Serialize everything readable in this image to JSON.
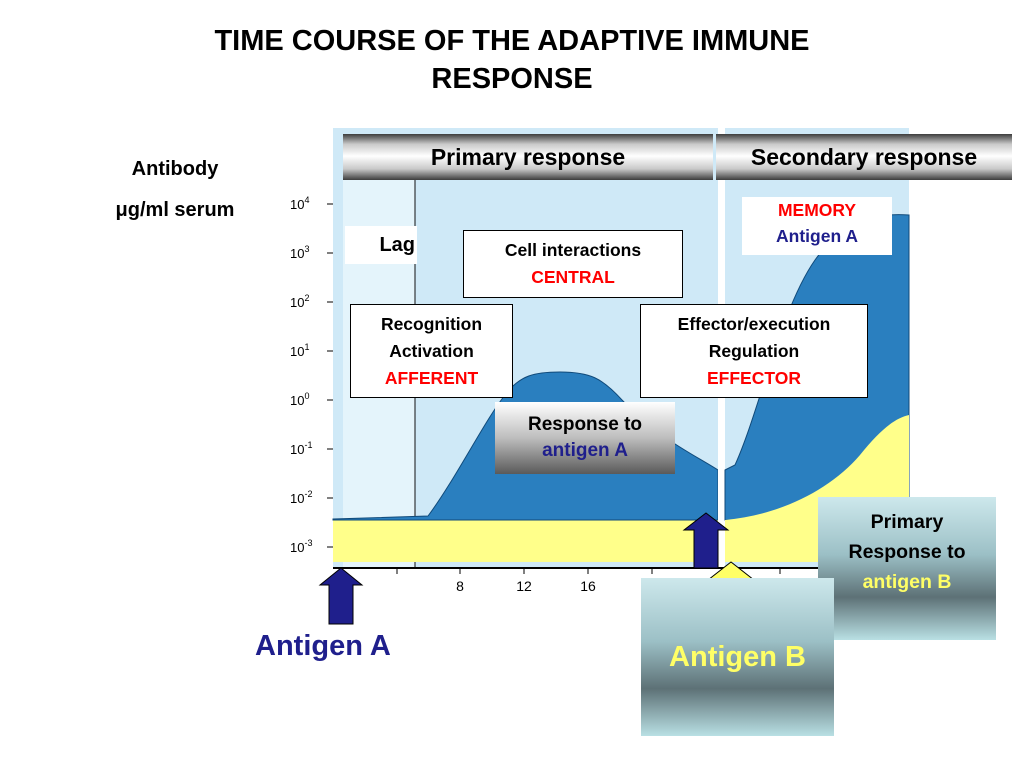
{
  "title_line1": "TIME COURSE OF THE ADAPTIVE IMMUNE",
  "title_line2": "RESPONSE",
  "y_axis_label": {
    "line1": "Antibody",
    "line2_symbol": "μ",
    "line2_text": "g/ml serum"
  },
  "y_ticks": [
    {
      "base": "10",
      "exp": "4"
    },
    {
      "base": "10",
      "exp": "3"
    },
    {
      "base": "10",
      "exp": "2"
    },
    {
      "base": "10",
      "exp": "1"
    },
    {
      "base": "10",
      "exp": "0"
    },
    {
      "base": "10",
      "exp": "-1"
    },
    {
      "base": "10",
      "exp": "-2"
    },
    {
      "base": "10",
      "exp": "-3"
    }
  ],
  "x_ticks": [
    "8",
    "12",
    "16"
  ],
  "phases": {
    "primary": "Primary response",
    "secondary": "Secondary response"
  },
  "lag_label": "Lag",
  "cell_interactions": {
    "line1": "Cell interactions",
    "line2": "CENTRAL"
  },
  "recognition": {
    "line1": "Recognition",
    "line2": "Activation",
    "line3": "AFFERENT"
  },
  "effector": {
    "line1": "Effector/execution",
    "line2": "Regulation",
    "line3": "EFFECTOR"
  },
  "response_a": {
    "line1": "Response to",
    "line2": "antigen A"
  },
  "memory": {
    "line1": "MEMORY",
    "line2": "Antigen A"
  },
  "primary_b": {
    "line1": "Primary",
    "line2": "Response to",
    "line3": "antigen B"
  },
  "antigen_a_label": "Antigen A",
  "antigen_b_label": "Antigen B",
  "colors": {
    "navy": "#1f1f8c",
    "red": "#ff0000",
    "curve_blue": "#2a7fbf",
    "bg_light_blue": "#cfe9f7",
    "yellow": "#ffff8a",
    "antigen_b_yellow": "#ffff66"
  }
}
